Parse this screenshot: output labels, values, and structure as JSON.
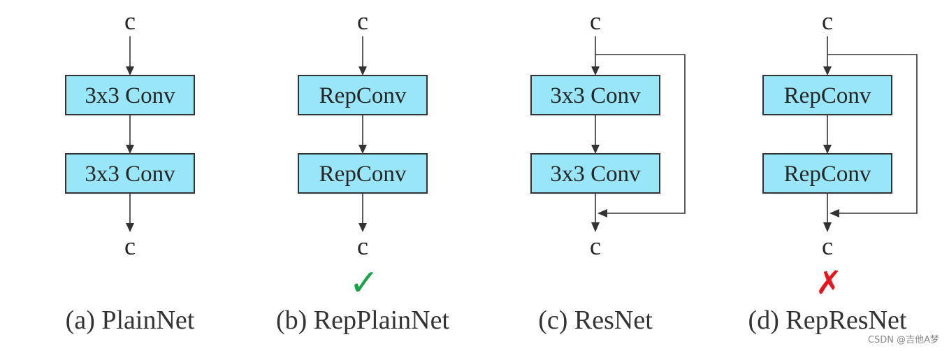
{
  "panels": [
    {
      "input": "c",
      "blocks": [
        "3x3 Conv",
        "3x3 Conv"
      ],
      "output": "c",
      "residual": false,
      "mark": "",
      "caption": "(a) PlainNet"
    },
    {
      "input": "c",
      "blocks": [
        "RepConv",
        "RepConv"
      ],
      "output": "c",
      "residual": false,
      "mark": "✓",
      "caption": "(b) RepPlainNet"
    },
    {
      "input": "c",
      "blocks": [
        "3x3 Conv",
        "3x3 Conv"
      ],
      "output": "c",
      "residual": true,
      "mark": "",
      "caption": "(c) ResNet"
    },
    {
      "input": "c",
      "blocks": [
        "RepConv",
        "RepConv"
      ],
      "output": "c",
      "residual": true,
      "mark": "✗",
      "caption": "(d) RepResNet"
    }
  ],
  "colors": {
    "block_fill": "#99e6f8",
    "check_mark": "#1aa34a",
    "cross_mark": "#e8141e"
  },
  "watermark": "CSDN @吉他A梦"
}
